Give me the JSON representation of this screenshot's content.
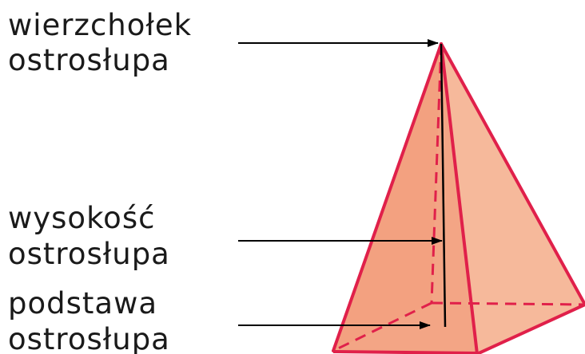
{
  "labels": {
    "apex": {
      "line1": "wierzchołek",
      "line2": "ostrosłupa"
    },
    "height": {
      "line1": "wysokość",
      "line2": "ostrosłupa"
    },
    "base": {
      "line1": "podstawa",
      "line2": "ostrosłupa"
    }
  },
  "colors": {
    "edge": "#e0204a",
    "face_front": "#f2a07e",
    "face_right": "#f6b596",
    "face_left": "#eea488",
    "height_line": "#000000",
    "arrow": "#000000",
    "text": "#1a1a1a"
  }
}
